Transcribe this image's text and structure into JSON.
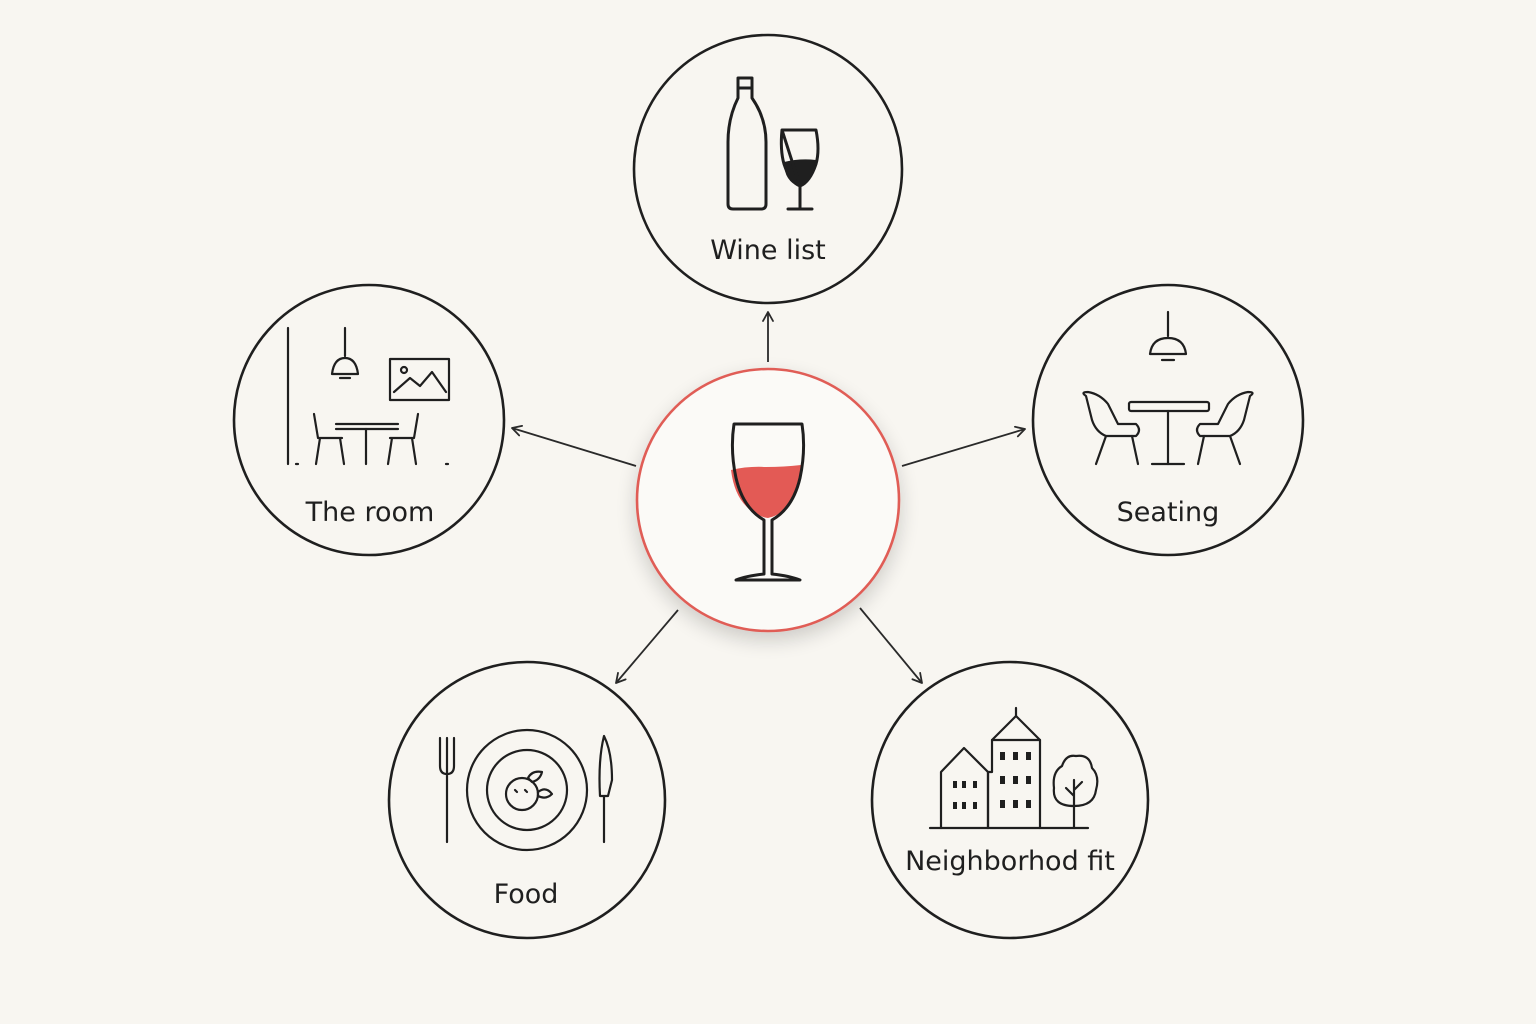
{
  "center": {
    "icon": "red-wine-glass-icon",
    "accent_color": "#e05d57",
    "wine_fill_color": "#e35a55"
  },
  "nodes": {
    "wine_list": {
      "label": "Wine list",
      "icon": "wine-bottle-and-glass-icon"
    },
    "the_room": {
      "label": "The room",
      "icon": "dining-room-icon"
    },
    "seating": {
      "label": "Seating",
      "icon": "table-and-chairs-icon"
    },
    "food": {
      "label": "Food",
      "icon": "plate-fork-knife-icon"
    },
    "neighborhood": {
      "label": "Neighborhod fit",
      "icon": "buildings-and-tree-icon"
    }
  },
  "colors": {
    "background": "#f8f6f1",
    "ink": "#1f1f1f"
  }
}
